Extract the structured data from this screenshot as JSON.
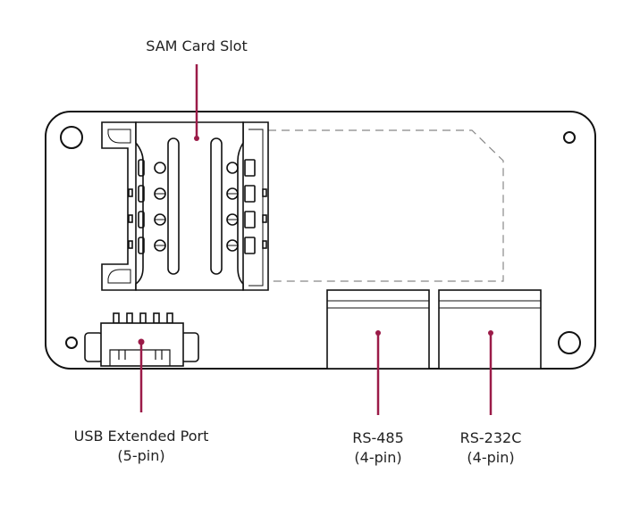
{
  "colors": {
    "accent": "#9b1b48",
    "outline": "#111111",
    "dashed": "#888888"
  },
  "labels": {
    "sam": {
      "title": "SAM Card Slot"
    },
    "usb": {
      "title": "USB Extended Port",
      "sub": "(5-pin)"
    },
    "rs485": {
      "title": "RS-485",
      "sub": "(4-pin)"
    },
    "rs232c": {
      "title": "RS-232C",
      "sub": "(4-pin)"
    }
  }
}
